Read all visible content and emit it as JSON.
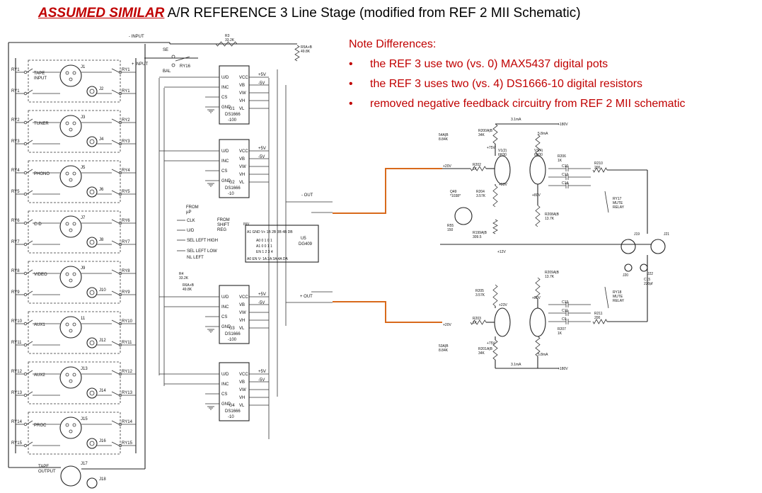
{
  "title": {
    "emphasis": "ASSUMED SIMILAR",
    "rest": " A/R REFERENCE 3 Line Stage (modified from REF 2 MII Schematic)"
  },
  "notes": {
    "heading": "Note Differences:",
    "items": [
      "the REF 3 use two (vs. 0) MAX5437 digital pots",
      "the REF 3 uses two (vs. 4) DS1666-10 digital resistors",
      "removed negative feedback circuitry from REF 2 MII schematic"
    ]
  },
  "inputs": [
    {
      "name": "TAPE\nINPUT",
      "j1": "J1",
      "j2": "J2",
      "ry_a": "RY1",
      "ry_b": "RY1"
    },
    {
      "name": "TUNER",
      "j1": "J3",
      "j2": "J4",
      "ry_a": "RY2",
      "ry_b": "RY3"
    },
    {
      "name": "PHONO",
      "j1": "J5",
      "j2": "J6",
      "ry_a": "RY4",
      "ry_b": "RY5"
    },
    {
      "name": "C-D",
      "j1": "J7",
      "j2": "J8",
      "ry_a": "RY6",
      "ry_b": "RY7"
    },
    {
      "name": "VIDEO",
      "j1": "J9",
      "j2": "J10",
      "ry_a": "RY8",
      "ry_b": "RY9"
    },
    {
      "name": "AUX1",
      "j1": "11",
      "j2": "J12",
      "ry_a": "RY10",
      "ry_b": "RY11"
    },
    {
      "name": "AUX2",
      "j1": "J13",
      "j2": "J14",
      "ry_a": "RY12",
      "ry_b": "RY13"
    },
    {
      "name": "PROC",
      "j1": "J15",
      "j2": "J16",
      "ry_a": "RY14",
      "ry_b": "RY15"
    }
  ],
  "tape_output": {
    "name": "TAPE\nOUTPUT",
    "j1": "J17",
    "j2": "J18"
  },
  "chips": [
    {
      "id": "U1",
      "part": "DS1666",
      "value": "-100"
    },
    {
      "id": "U2",
      "part": "DS1666",
      "value": "-10"
    },
    {
      "id": "U3",
      "part": "DS1666",
      "value": "-100"
    },
    {
      "id": "U4",
      "part": "DS1666",
      "value": "-10"
    }
  ],
  "chip_pins_left": [
    "U/D",
    "INC",
    "CS",
    "GND"
  ],
  "chip_pins_right": [
    "VCC",
    "VB",
    "VW",
    "VH",
    "VL"
  ],
  "mux": {
    "id": "U5",
    "part": "DG409"
  },
  "labels": {
    "input_neg": "- INPUT",
    "input_pos": "+ INPUT",
    "se": "SE",
    "bal": "BAL",
    "ry16": "RY16",
    "r3": "R3\n33.2K",
    "r5": "R5A+B\n49.8K",
    "r4": "R4\n33.2K",
    "r6": "R6A+B\n49.8K",
    "from_up": "FROM\nµP",
    "clk": "CLK",
    "ud": "U/D",
    "sel_high": "SEL LEFT HIGH",
    "sel_low": "SEL LEFT LOW",
    "nl_left": "NL LEFT",
    "from_shift": "FROM\nSHIFT\nREG",
    "inv": "INV",
    "out_neg": "- OUT",
    "out_pos": "+ OUT",
    "plus5": "+5V",
    "minus5": "-5V"
  },
  "tube_stage": {
    "v1": "V1(2)\n6H30",
    "v3": "V3(4)\n6H30",
    "q49": "Q49\n*1038*",
    "supply": "+180V",
    "current": "3.1mA",
    "current2": "5.8mA",
    "r200": "R200A|B\n34K",
    "r206": "R206\n1K",
    "r210": "R210\n200",
    "r211": "R211\n200",
    "r202": "R202\n1K",
    "r203": "R203\n1K",
    "r204": "R204\n3.57K",
    "r205": "R205\n3.57K",
    "r199": "R199A|B\n309.5",
    "r208": "R208A|B\n13.7K",
    "r209": "R209A|B\n13.7K",
    "r207": "R207\n1K",
    "r201": "R201A|B\n34K",
    "r55": "R55\n150",
    "ry17": "RY17\nMUTE\nRELAY",
    "ry18": "RY18\nMUTE\nRELAY",
    "j19": "J19",
    "j20": "J20",
    "j21": "J21",
    "j22": "J22",
    "c15": "C15\n220pf",
    "v20": "+20V",
    "v75": "+75V",
    "v23": "+23V",
    "v80": "+80V",
    "v12": "+12V",
    "r54": "54A|B\n8.84K",
    "r53": "53A|B\n8.84K"
  }
}
